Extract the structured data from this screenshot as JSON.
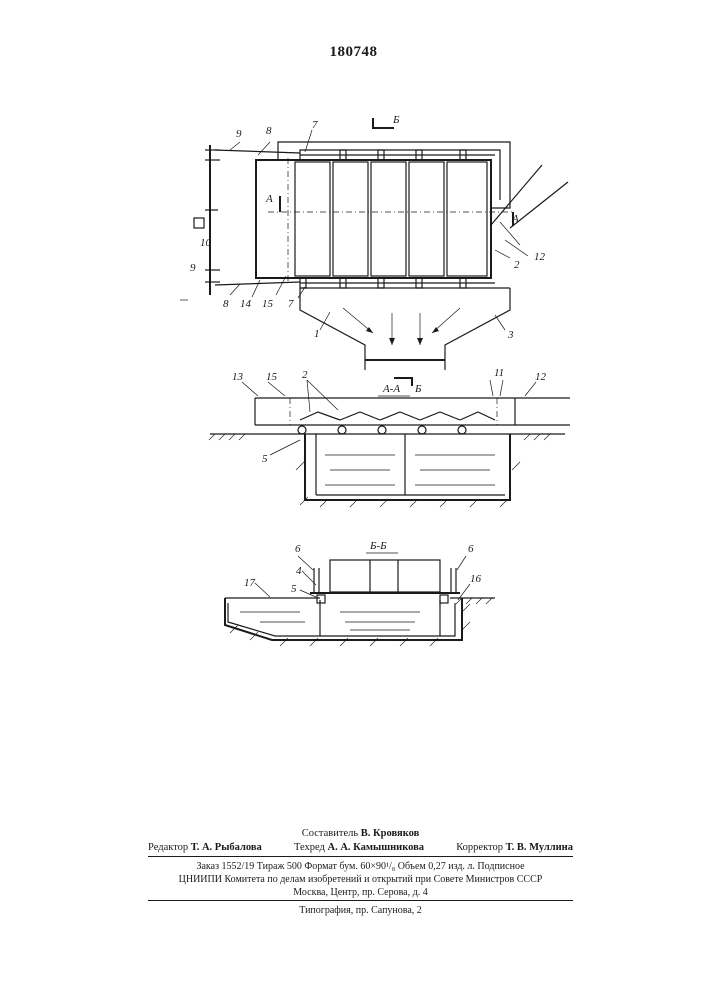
{
  "document": {
    "patent_number": "180748"
  },
  "figures": {
    "plan_labels": [
      "9",
      "8",
      "7",
      "Б",
      "А",
      "10",
      "9",
      "8",
      "14",
      "15",
      "7",
      "1",
      "3",
      "2",
      "12",
      "А",
      "Б"
    ],
    "section_aa": {
      "title": "А-А",
      "labels": [
        "13",
        "15",
        "2",
        "11",
        "12",
        "5"
      ]
    },
    "section_bb": {
      "title": "Б-Б",
      "labels": [
        "6",
        "4",
        "5",
        "17",
        "6",
        "16"
      ]
    }
  },
  "colophon": {
    "compiler_label": "Составитель",
    "compiler_name": "В. Кровяков",
    "editor_label": "Редактор",
    "editor_name": "Т. А. Рыбалова",
    "techred_label": "Техред",
    "techred_name": "А. А. Камышникова",
    "corrector_label": "Корректор",
    "corrector_name": "Т. В. Муллина",
    "order_line": "Заказ 1552/19 Тираж 500 Формат бум. 60×90¹/₈ Объем 0,27 изд. л. Подписное",
    "org_line": "ЦНИИПИ Комитета по делам изобретений и открытий при Совете Министров СССР",
    "address_line": "Москва, Центр, пр. Серова, д. 4",
    "printer_line": "Типография, пр. Сапунова, 2"
  }
}
